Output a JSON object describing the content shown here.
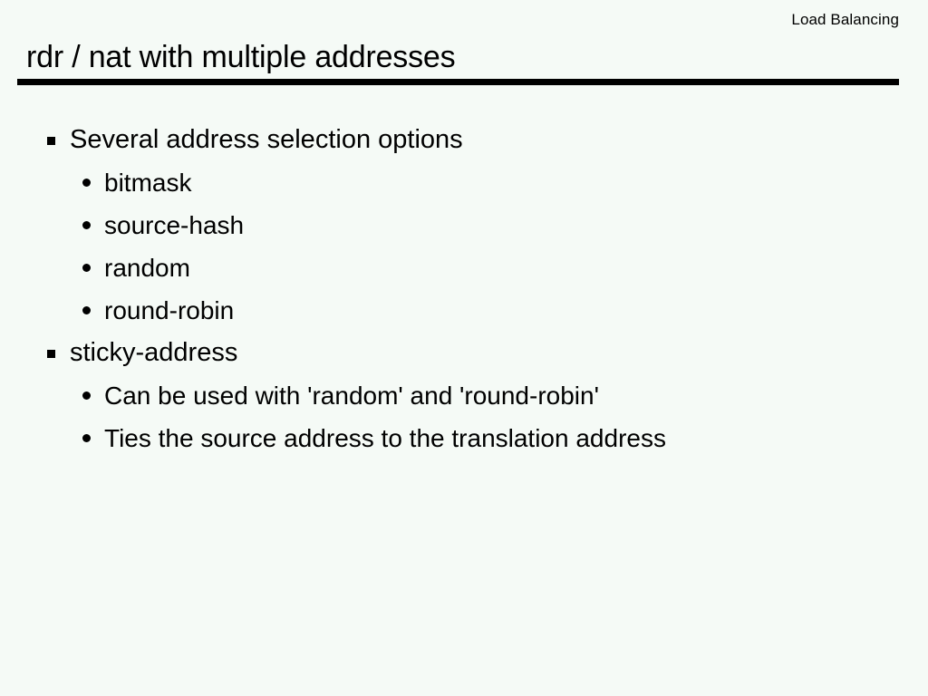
{
  "slide": {
    "header": "Load Balancing",
    "title": "rdr / nat with multiple addresses",
    "background_color": "#f5faf6",
    "text_color": "#000000",
    "rule_color": "#000000",
    "bullets": [
      {
        "level": 1,
        "marker": "square-bullet",
        "text": "Several address selection options",
        "children": [
          {
            "level": 2,
            "marker": "round-bullet",
            "text": "bitmask"
          },
          {
            "level": 2,
            "marker": "round-bullet",
            "text": "source-hash"
          },
          {
            "level": 2,
            "marker": "round-bullet",
            "text": "random"
          },
          {
            "level": 2,
            "marker": "round-bullet",
            "text": "round-robin"
          }
        ]
      },
      {
        "level": 1,
        "marker": "square-bullet",
        "text": "sticky-address",
        "children": [
          {
            "level": 2,
            "marker": "round-bullet",
            "text": "Can be used with 'random' and 'round-robin'"
          },
          {
            "level": 2,
            "marker": "round-bullet",
            "text": "Ties the source address to the translation address"
          }
        ]
      }
    ]
  }
}
